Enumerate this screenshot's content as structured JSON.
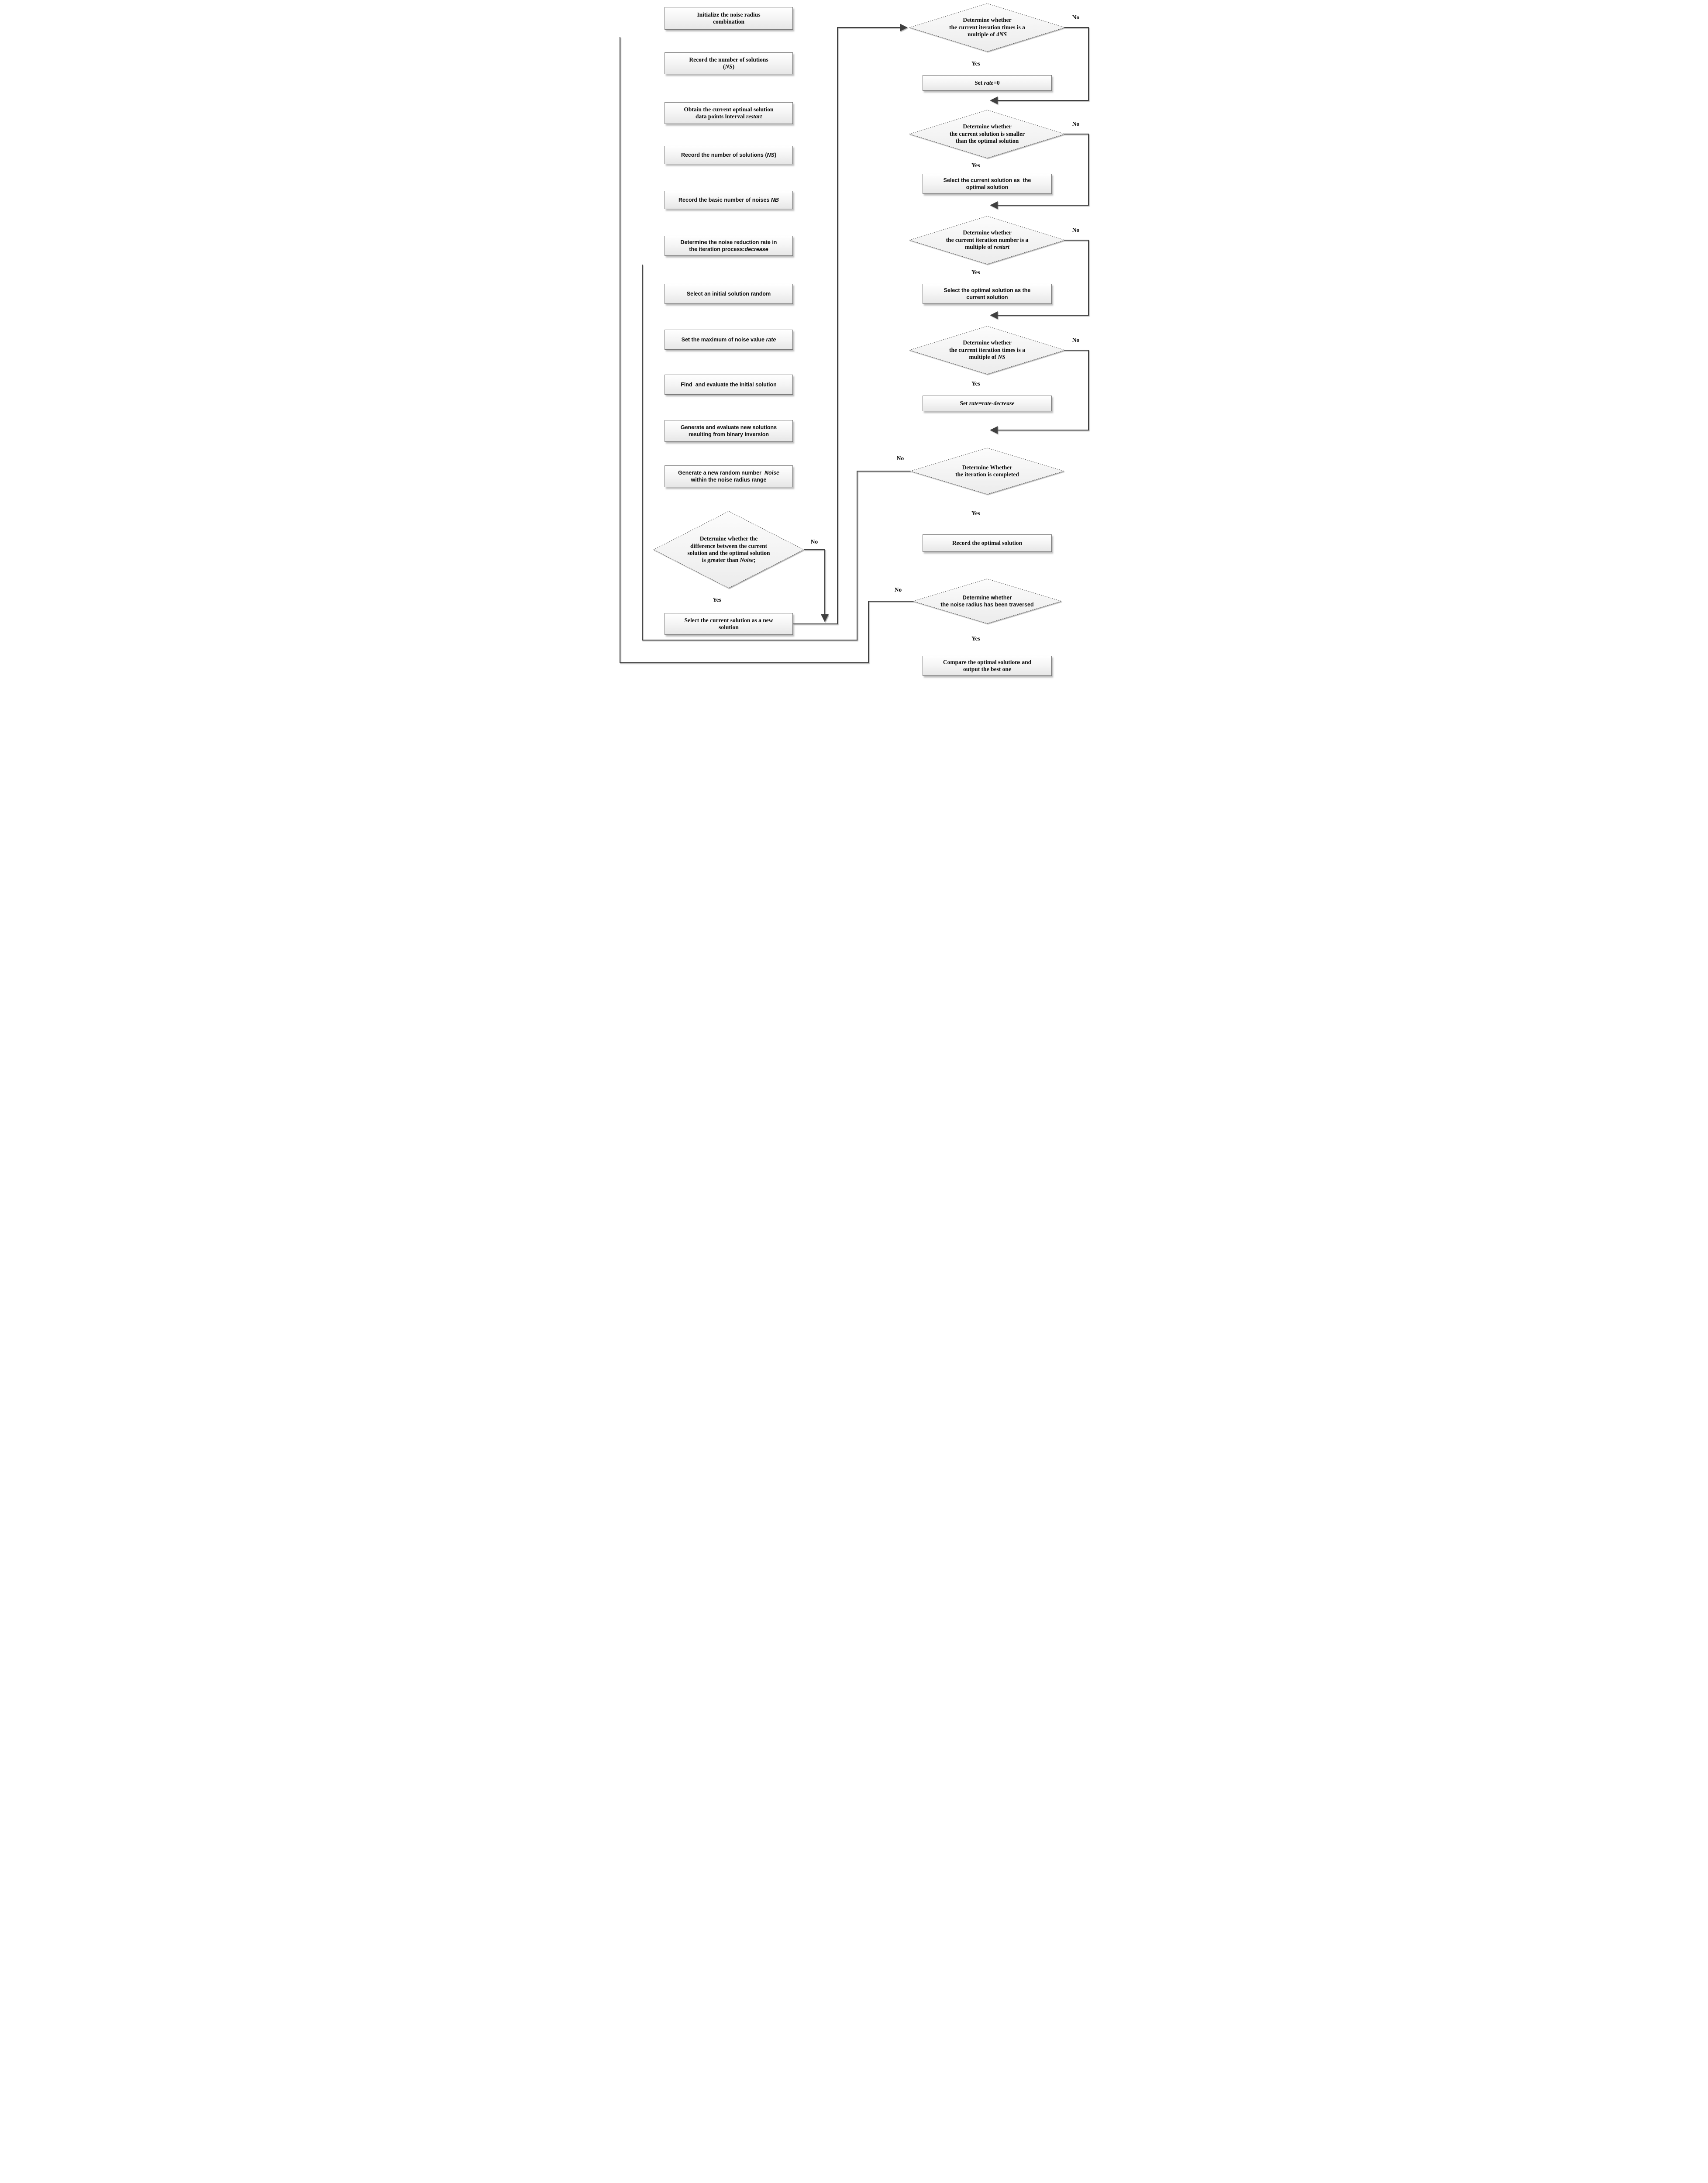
{
  "flowchart": {
    "yes_label": "Yes",
    "no_label": "No",
    "colors": {
      "line": "#3f3f3f",
      "text": "#0d0d0d",
      "node_border": "#777777",
      "box_fill_top": "#ffffff",
      "box_fill_bottom": "#e7e7e7",
      "diamond_fill_top": "#fcfcfc",
      "diamond_fill_bottom": "#ececec",
      "background": "#ffffff"
    },
    "nodes": [
      {
        "id": "init",
        "kind": "process",
        "lines": [
          [
            {
              "t": "Initialize the noise radius"
            }
          ],
          [
            {
              "t": "combination"
            }
          ]
        ]
      },
      {
        "id": "record_ns_1",
        "kind": "process",
        "lines": [
          [
            {
              "t": "Record the number of solutions"
            }
          ],
          [
            {
              "t": "("
            },
            {
              "t": "NS",
              "i": true
            },
            {
              "t": ")"
            }
          ]
        ]
      },
      {
        "id": "obtain_restart",
        "kind": "process",
        "lines": [
          [
            {
              "t": "Obtain the current optimal solution"
            }
          ],
          [
            {
              "t": "data points interval "
            },
            {
              "t": "restart",
              "i": true
            }
          ]
        ]
      },
      {
        "id": "record_ns_2",
        "kind": "process",
        "lines": [
          [
            {
              "t": "Record the number of solutions ("
            },
            {
              "t": "NS",
              "i": true
            },
            {
              "t": ")"
            }
          ]
        ]
      },
      {
        "id": "record_nb",
        "kind": "process",
        "lines": [
          [
            {
              "t": "Record the basic number of noises "
            },
            {
              "t": "NB",
              "i": true
            }
          ]
        ]
      },
      {
        "id": "decrease_rate",
        "kind": "process",
        "lines": [
          [
            {
              "t": "Determine the noise reduction rate in"
            }
          ],
          [
            {
              "t": "the iteration process:"
            },
            {
              "t": "decrease",
              "i": true
            }
          ]
        ]
      },
      {
        "id": "select_initial",
        "kind": "process",
        "lines": [
          [
            {
              "t": "Select an initial solution random"
            }
          ]
        ]
      },
      {
        "id": "set_max_rate",
        "kind": "process",
        "lines": [
          [
            {
              "t": "Set the maximum of noise value "
            },
            {
              "t": "rate",
              "i": true
            }
          ]
        ]
      },
      {
        "id": "find_evaluate",
        "kind": "process",
        "lines": [
          [
            {
              "t": "Find  and evaluate the initial solution"
            }
          ]
        ]
      },
      {
        "id": "generate_binary",
        "kind": "process",
        "lines": [
          [
            {
              "t": "Generate and evaluate new solutions"
            }
          ],
          [
            {
              "t": "resulting from binary inversion"
            }
          ]
        ]
      },
      {
        "id": "generate_noise",
        "kind": "process",
        "lines": [
          [
            {
              "t": "Generate a new random number  "
            },
            {
              "t": "Noise",
              "i": true
            }
          ],
          [
            {
              "t": "within the noise radius range"
            }
          ]
        ]
      },
      {
        "id": "diff_noise",
        "kind": "decision",
        "lines": [
          [
            {
              "t": "Determine whether the"
            }
          ],
          [
            {
              "t": "difference between the current"
            }
          ],
          [
            {
              "t": "solution and the optimal solution"
            }
          ],
          [
            {
              "t": "is greater than "
            },
            {
              "t": "Noise",
              "i": true
            },
            {
              "t": ";"
            }
          ]
        ]
      },
      {
        "id": "select_new",
        "kind": "process",
        "lines": [
          [
            {
              "t": "Select the current solution as a new"
            }
          ],
          [
            {
              "t": "solution"
            }
          ]
        ]
      },
      {
        "id": "d_4ns",
        "kind": "decision",
        "lines": [
          [
            {
              "t": "Determine whether"
            }
          ],
          [
            {
              "t": "the current iteration times is a"
            }
          ],
          [
            {
              "t": "multiple of "
            },
            {
              "t": "4NS",
              "i": true
            }
          ]
        ]
      },
      {
        "id": "set_rate0",
        "kind": "process",
        "lines": [
          [
            {
              "t": "Set "
            },
            {
              "t": "rate",
              "i": true
            },
            {
              "t": "=0"
            }
          ]
        ]
      },
      {
        "id": "d_smaller",
        "kind": "decision",
        "lines": [
          [
            {
              "t": "Determine whether"
            }
          ],
          [
            {
              "t": "the current solution is smaller"
            }
          ],
          [
            {
              "t": "than the optimal solution"
            }
          ]
        ]
      },
      {
        "id": "select_current_opt",
        "kind": "process",
        "lines": [
          [
            {
              "t": "Select the current solution as  the"
            }
          ],
          [
            {
              "t": "optimal solution"
            }
          ]
        ]
      },
      {
        "id": "d_restart",
        "kind": "decision",
        "lines": [
          [
            {
              "t": "Determine whether"
            }
          ],
          [
            {
              "t": "the current iteration number is a"
            }
          ],
          [
            {
              "t": "multiple of "
            },
            {
              "t": "restart",
              "i": true
            }
          ]
        ]
      },
      {
        "id": "select_opt_current",
        "kind": "process",
        "lines": [
          [
            {
              "t": "Select the optimal solution as the"
            }
          ],
          [
            {
              "t": "current solution"
            }
          ]
        ]
      },
      {
        "id": "d_ns",
        "kind": "decision",
        "lines": [
          [
            {
              "t": "Determine whether"
            }
          ],
          [
            {
              "t": "the current iteration times is a"
            }
          ],
          [
            {
              "t": "multiple of "
            },
            {
              "t": "NS",
              "i": true
            }
          ]
        ]
      },
      {
        "id": "set_rate_decrease",
        "kind": "process",
        "lines": [
          [
            {
              "t": "Set "
            },
            {
              "t": "rate=rate-decrease",
              "i": true
            }
          ]
        ]
      },
      {
        "id": "d_completed",
        "kind": "decision",
        "lines": [
          [
            {
              "t": "Determine Whether"
            }
          ],
          [
            {
              "t": "the iteration is completed"
            }
          ]
        ]
      },
      {
        "id": "record_opt",
        "kind": "process",
        "lines": [
          [
            {
              "t": "Record the optimal solution"
            }
          ]
        ]
      },
      {
        "id": "d_traversed",
        "kind": "decision",
        "lines": [
          [
            {
              "t": "Determine whether"
            }
          ],
          [
            {
              "t": "the noise radius has been traversed"
            }
          ]
        ]
      },
      {
        "id": "compare_output",
        "kind": "process",
        "lines": [
          [
            {
              "t": "Compare the optimal solutions and"
            }
          ],
          [
            {
              "t": "output the best one"
            }
          ]
        ]
      }
    ]
  }
}
